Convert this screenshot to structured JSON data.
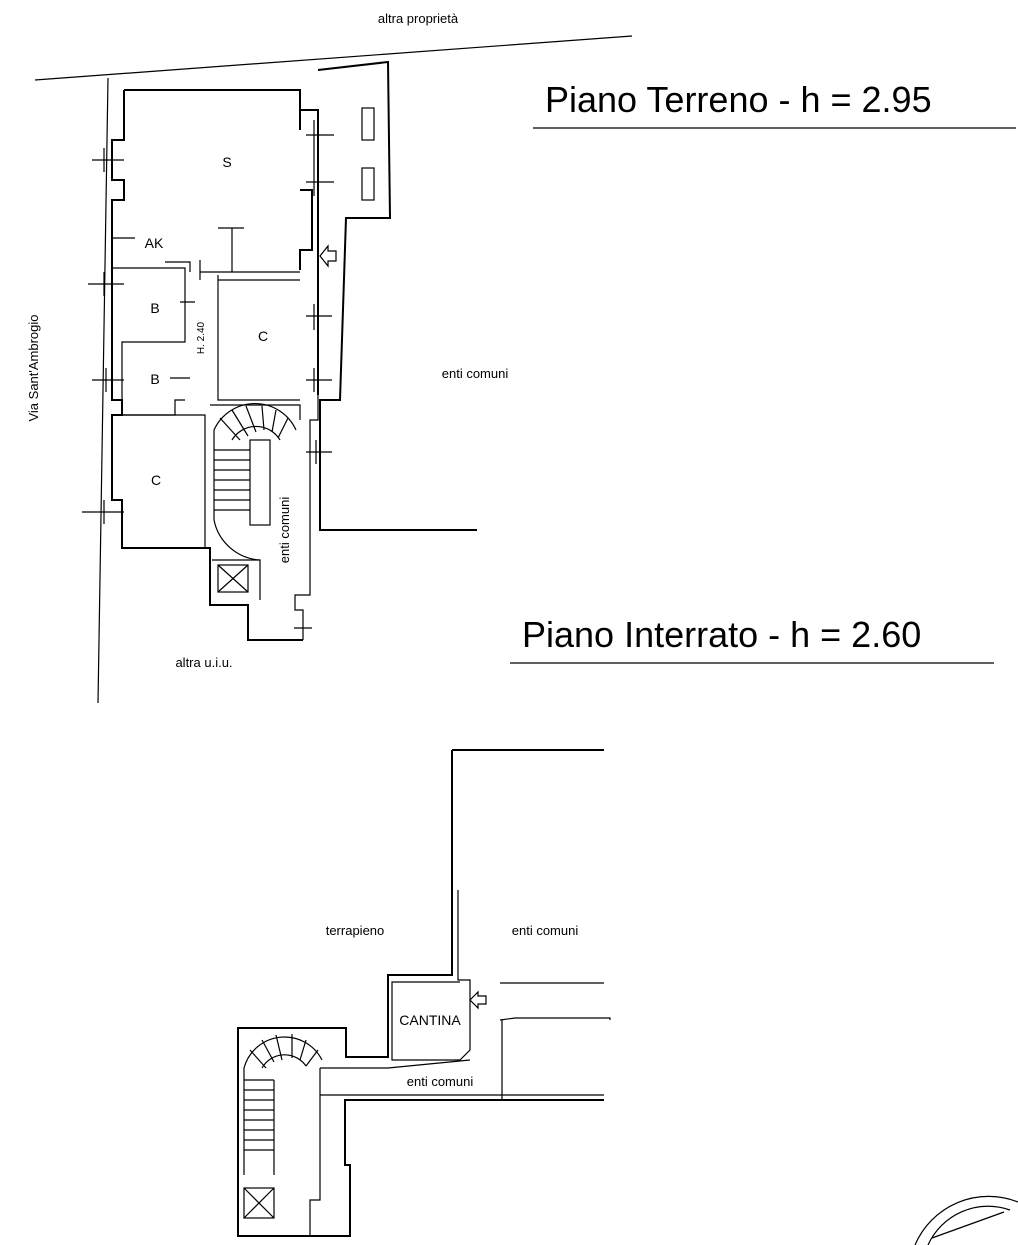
{
  "floors": {
    "ground": {
      "title": "Piano Terreno - h = 2.95"
    },
    "basement": {
      "title": "Piano Interrato - h = 2.60"
    }
  },
  "labels": {
    "top_neighbor": "altra proprietà",
    "street": "Via Sant'Ambrogio",
    "common_right": "enti comuni",
    "common_stair": "enti comuni",
    "bottom_unit": "altra u.i.u.",
    "fill": "terrapieno",
    "common_basement_top": "enti comuni",
    "common_basement_corridor": "enti comuni",
    "ceiling_height": "H. 2.40"
  },
  "rooms": {
    "s": "S",
    "ak": "AK",
    "b1": "B",
    "b2": "B",
    "c1": "C",
    "c2": "C",
    "cantina": "CANTINA"
  },
  "icons": [
    "entrance-arrow-icon",
    "north-compass-icon",
    "elevator-icon"
  ]
}
